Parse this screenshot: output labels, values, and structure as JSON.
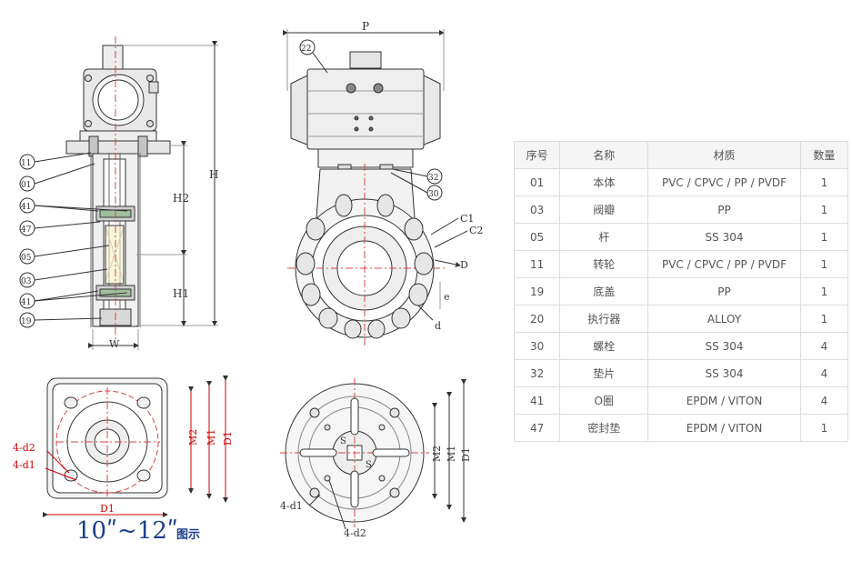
{
  "drawing": {
    "callouts": [
      "11",
      "01",
      "41",
      "47",
      "05",
      "03",
      "41",
      "19"
    ],
    "front_dims": {
      "height": "H",
      "upper": "H2",
      "lower": "H1",
      "width": "W"
    },
    "side_labels": {
      "actuator_width": "P",
      "actuator_item": "22",
      "bolt_item": "32",
      "washer_item": "30",
      "c1": "C1",
      "c2": "C2",
      "d_outer": "D",
      "e": "e",
      "d_small": "d"
    },
    "flange_left": {
      "d1": "D1",
      "m1": "M1",
      "m2": "M2",
      "d1_bottom": "D1",
      "holes_d2": "4-d2",
      "holes_d1": "4-d1"
    },
    "flange_right": {
      "m2": "M2",
      "m1": "M1",
      "d1": "D1",
      "s1": "S",
      "s2": "S",
      "holes_d1": "4-d1",
      "holes_d2": "4-d2"
    },
    "caption": {
      "size": "10ʺ~12ʺ",
      "suffix": "图示"
    }
  },
  "parts_table": {
    "headers": {
      "no": "序号",
      "name": "名称",
      "material": "材质",
      "qty": "数量"
    },
    "rows": [
      {
        "no": "01",
        "name": "本体",
        "material": "PVC / CPVC / PP / PVDF",
        "qty": "1"
      },
      {
        "no": "03",
        "name": "阀瓣",
        "material": "PP",
        "qty": "1"
      },
      {
        "no": "05",
        "name": "杆",
        "material": "SS 304",
        "qty": "1"
      },
      {
        "no": "11",
        "name": "转轮",
        "material": "PVC / CPVC / PP / PVDF",
        "qty": "1"
      },
      {
        "no": "19",
        "name": "底盖",
        "material": "PP",
        "qty": "1"
      },
      {
        "no": "20",
        "name": "执行器",
        "material": "ALLOY",
        "qty": "1"
      },
      {
        "no": "30",
        "name": "螺栓",
        "material": "SS 304",
        "qty": "4"
      },
      {
        "no": "32",
        "name": "垫片",
        "material": "SS 304",
        "qty": "4"
      },
      {
        "no": "41",
        "name": "O圈",
        "material": "EPDM / VITON",
        "qty": "4"
      },
      {
        "no": "47",
        "name": "密封垫",
        "material": "EPDM / VITON",
        "qty": "1"
      }
    ]
  }
}
